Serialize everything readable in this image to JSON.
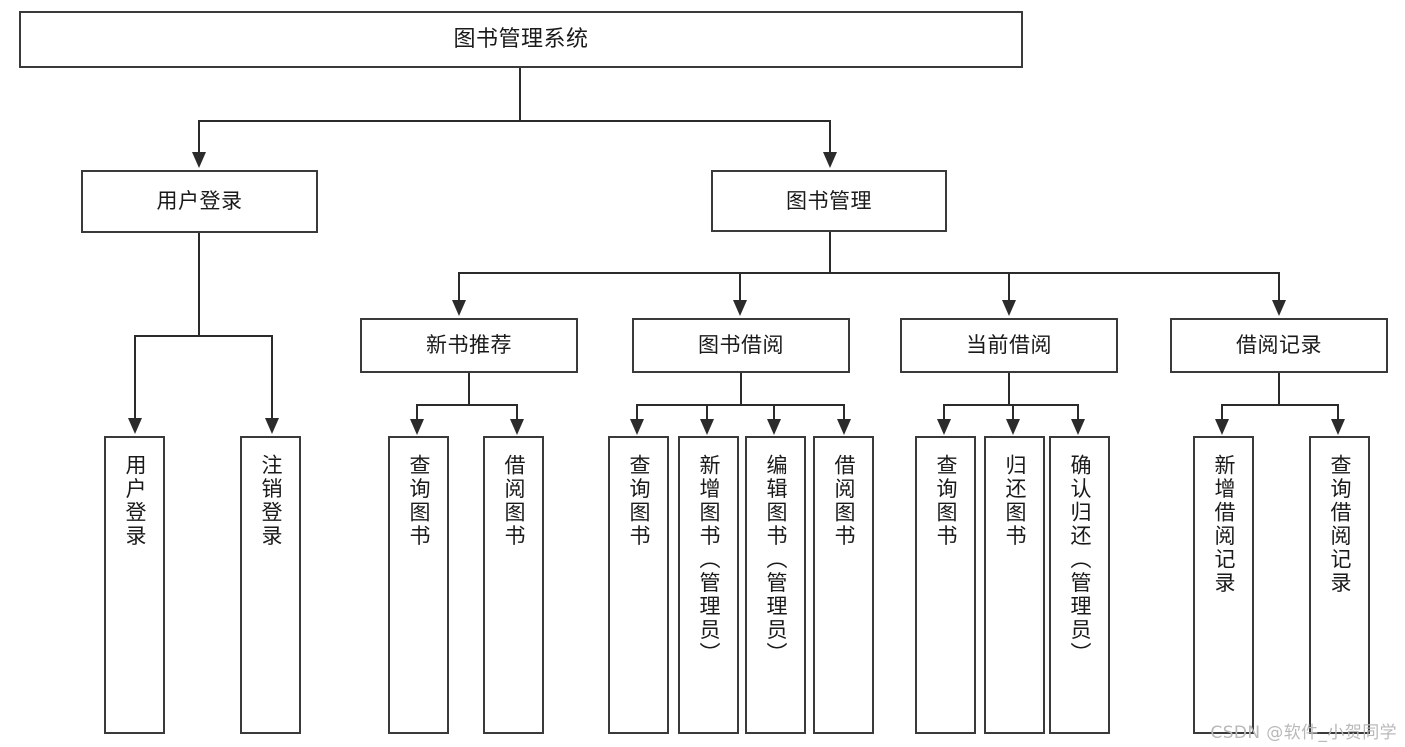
{
  "diagram": {
    "type": "tree-hierarchy",
    "title": "图书管理系统",
    "orientation": "top-down",
    "levels": 4,
    "colors": {
      "node_border": "#3a3a3a",
      "node_fill": "#ffffff",
      "edge": "#2b2b2b",
      "text": "#1a1a1a",
      "watermark": "#b9b9b9",
      "background": "#ffffff"
    }
  },
  "root": {
    "label": "图书管理系统"
  },
  "level2": [
    {
      "id": "user-login",
      "label": "用户登录"
    },
    {
      "id": "book-management",
      "label": "图书管理"
    }
  ],
  "level3": [
    {
      "id": "new-book-recommend",
      "label": "新书推荐",
      "parent": "book-management"
    },
    {
      "id": "book-borrow",
      "label": "图书借阅",
      "parent": "book-management"
    },
    {
      "id": "current-borrow",
      "label": "当前借阅",
      "parent": "book-management"
    },
    {
      "id": "borrow-record",
      "label": "借阅记录",
      "parent": "book-management"
    }
  ],
  "leaves": {
    "user_login": [
      {
        "id": "leaf-user-login",
        "label": "用户登录"
      },
      {
        "id": "leaf-user-logout",
        "label": "注销登录"
      }
    ],
    "new_book_recommend": [
      {
        "id": "leaf-query-book-1",
        "label": "查询图书"
      },
      {
        "id": "leaf-borrow-book-1",
        "label": "借阅图书"
      }
    ],
    "book_borrow": [
      {
        "id": "leaf-query-book-2",
        "label": "查询图书"
      },
      {
        "id": "leaf-add-book",
        "label": "新增图书（管理员）"
      },
      {
        "id": "leaf-edit-book",
        "label": "编辑图书（管理员）"
      },
      {
        "id": "leaf-borrow-book-2",
        "label": "借阅图书"
      }
    ],
    "current_borrow": [
      {
        "id": "leaf-query-book-3",
        "label": "查询图书"
      },
      {
        "id": "leaf-return-book",
        "label": "归还图书"
      },
      {
        "id": "leaf-confirm-return",
        "label": "确认归还（管理员）"
      }
    ],
    "borrow_record": [
      {
        "id": "leaf-add-borrow-record",
        "label": "新增借阅记录"
      },
      {
        "id": "leaf-query-borrow-record",
        "label": "查询借阅记录"
      }
    ]
  },
  "watermark": {
    "text": "CSDN @软件_小贺同学"
  }
}
